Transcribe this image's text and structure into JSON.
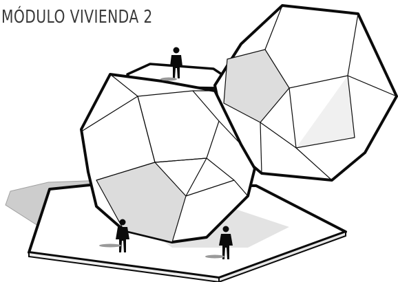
{
  "title": "MÓDULO VIVIENDA 2",
  "colors": {
    "ink": "#0b0b0b",
    "face": "#ffffff",
    "face_shaded": "#dcdcdc",
    "shadow": "#c8c8c8",
    "platform_side": "#f2f2f2"
  },
  "figures": [
    "person-on-top",
    "person-front-left",
    "person-front-right"
  ]
}
